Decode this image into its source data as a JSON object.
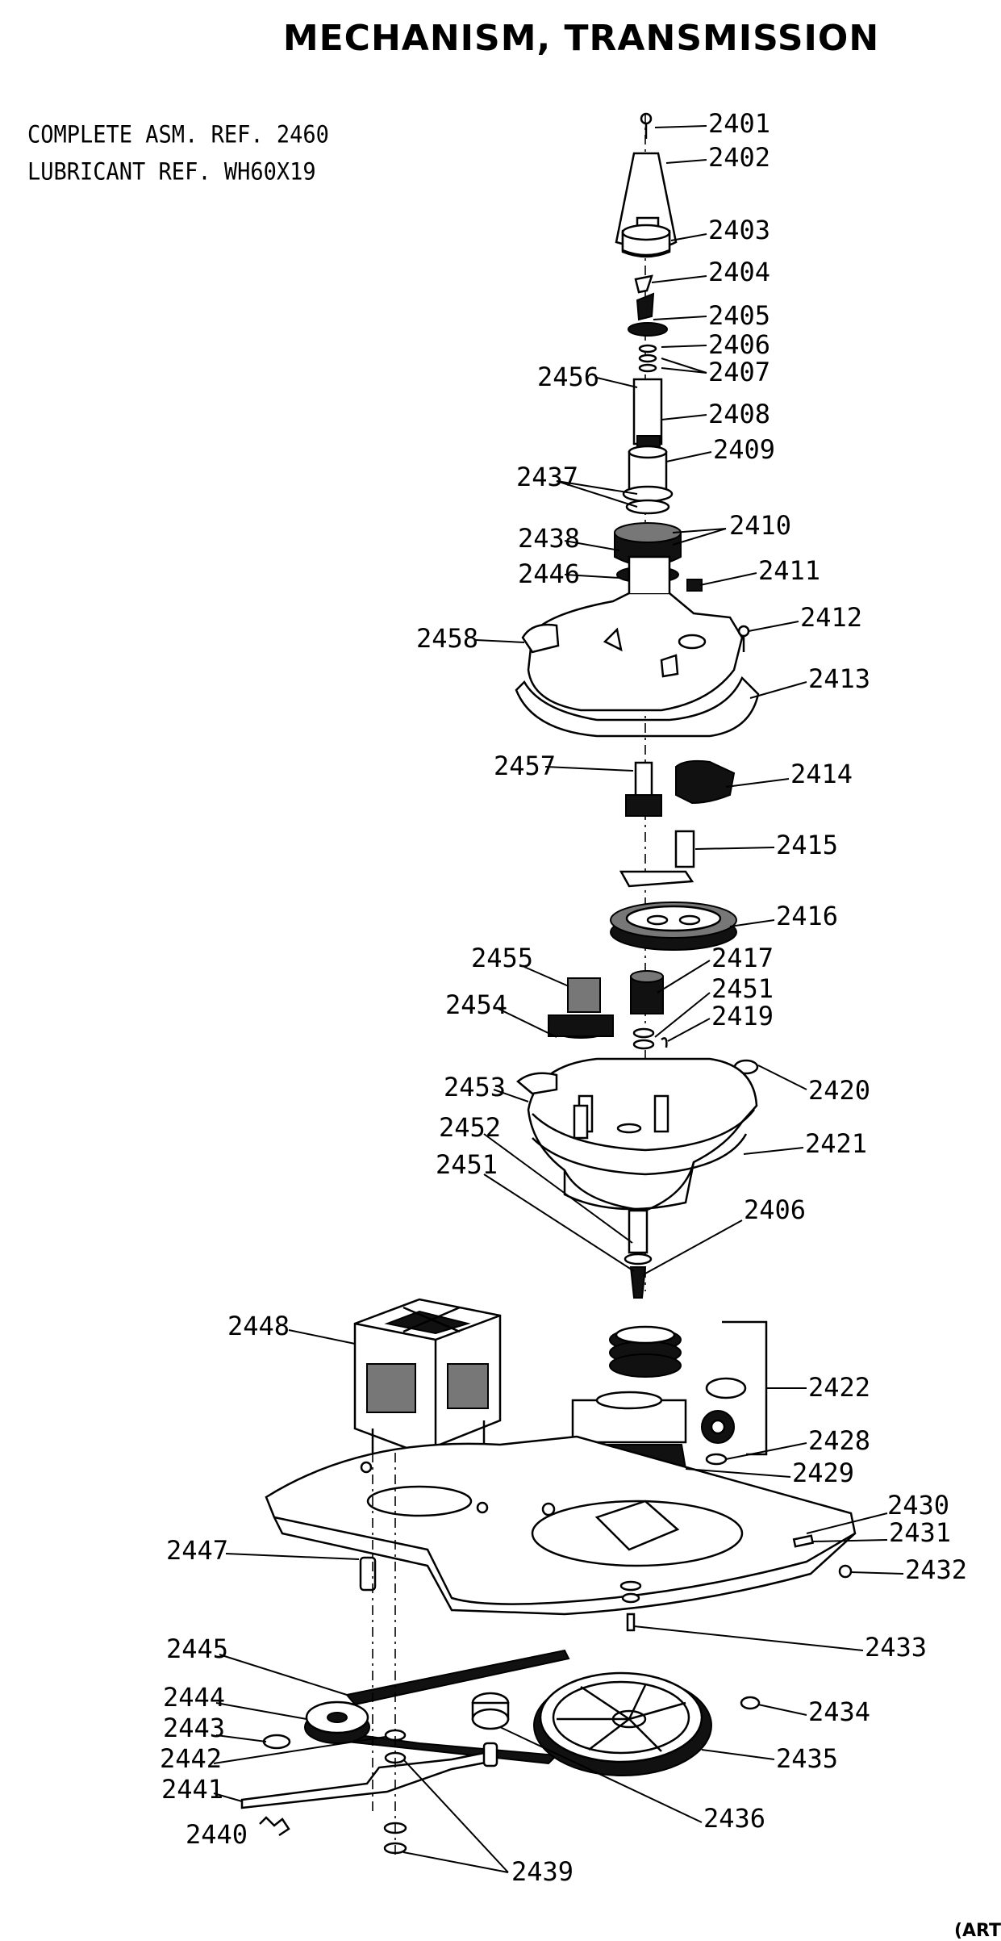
{
  "title": "MECHANISM, TRANSMISSION",
  "notes": [
    "COMPLETE ASM. REF. 2460",
    "LUBRICANT REF. WH60X19"
  ],
  "footer": "(ART",
  "callouts": [
    {
      "id": "c2401",
      "text": "2401"
    },
    {
      "id": "c2402",
      "text": "2402"
    },
    {
      "id": "c2403",
      "text": "2403"
    },
    {
      "id": "c2404",
      "text": "2404"
    },
    {
      "id": "c2405",
      "text": "2405"
    },
    {
      "id": "c2406a",
      "text": "2406"
    },
    {
      "id": "c2407",
      "text": "2407"
    },
    {
      "id": "c2456",
      "text": "2456"
    },
    {
      "id": "c2408",
      "text": "2408"
    },
    {
      "id": "c2409",
      "text": "2409"
    },
    {
      "id": "c2437",
      "text": "2437"
    },
    {
      "id": "c2410",
      "text": "2410"
    },
    {
      "id": "c2438",
      "text": "2438"
    },
    {
      "id": "c2446",
      "text": "2446"
    },
    {
      "id": "c2411",
      "text": "2411"
    },
    {
      "id": "c2412",
      "text": "2412"
    },
    {
      "id": "c2458",
      "text": "2458"
    },
    {
      "id": "c2413",
      "text": "2413"
    },
    {
      "id": "c2457",
      "text": "2457"
    },
    {
      "id": "c2414",
      "text": "2414"
    },
    {
      "id": "c2415",
      "text": "2415"
    },
    {
      "id": "c2416",
      "text": "2416"
    },
    {
      "id": "c2455",
      "text": "2455"
    },
    {
      "id": "c2417",
      "text": "2417"
    },
    {
      "id": "c2454",
      "text": "2454"
    },
    {
      "id": "c2451a",
      "text": "2451"
    },
    {
      "id": "c2419",
      "text": "2419"
    },
    {
      "id": "c2453",
      "text": "2453"
    },
    {
      "id": "c2420",
      "text": "2420"
    },
    {
      "id": "c2452",
      "text": "2452"
    },
    {
      "id": "c2421",
      "text": "2421"
    },
    {
      "id": "c2451b",
      "text": "2451"
    },
    {
      "id": "c2406b",
      "text": "2406"
    },
    {
      "id": "c2448",
      "text": "2448"
    },
    {
      "id": "c2422",
      "text": "2422"
    },
    {
      "id": "c2428",
      "text": "2428"
    },
    {
      "id": "c2429",
      "text": "2429"
    },
    {
      "id": "c2430",
      "text": "2430"
    },
    {
      "id": "c2431",
      "text": "2431"
    },
    {
      "id": "c2432",
      "text": "2432"
    },
    {
      "id": "c2447",
      "text": "2447"
    },
    {
      "id": "c2433",
      "text": "2433"
    },
    {
      "id": "c2445",
      "text": "2445"
    },
    {
      "id": "c2434",
      "text": "2434"
    },
    {
      "id": "c2444",
      "text": "2444"
    },
    {
      "id": "c2443",
      "text": "2443"
    },
    {
      "id": "c2435",
      "text": "2435"
    },
    {
      "id": "c2442",
      "text": "2442"
    },
    {
      "id": "c2441",
      "text": "2441"
    },
    {
      "id": "c2436",
      "text": "2436"
    },
    {
      "id": "c2440",
      "text": "2440"
    },
    {
      "id": "c2439",
      "text": "2439"
    }
  ]
}
